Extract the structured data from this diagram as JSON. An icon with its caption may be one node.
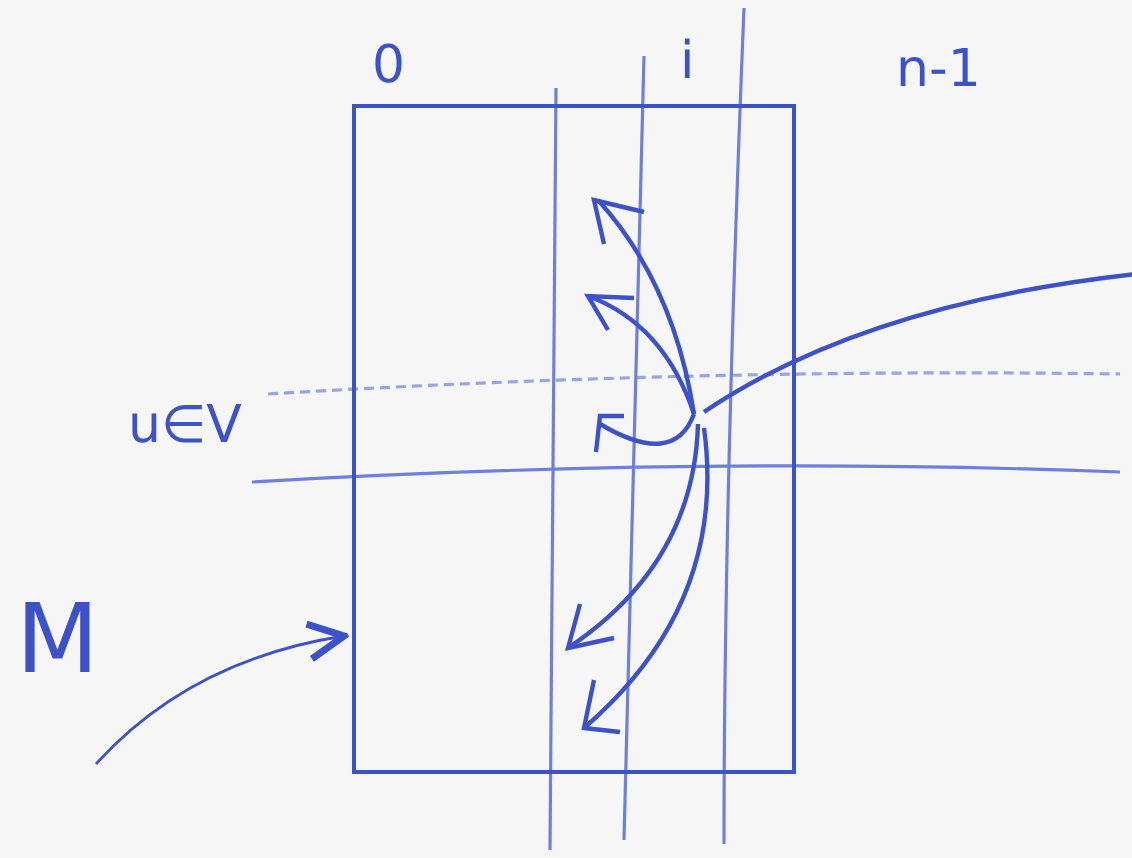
{
  "diagram": {
    "nodes": [
      {
        "text": [
          "M"
        ]
      },
      {
        "text": [],
        "shape": "box"
      }
    ],
    "edges": [
      {
        "from": 0,
        "to": 1,
        "arrow": "to"
      }
    ],
    "labels": [
      "0",
      "i",
      "n-1",
      "u∈V"
    ]
  }
}
